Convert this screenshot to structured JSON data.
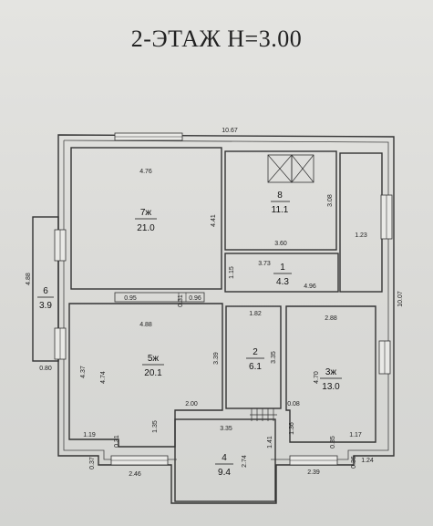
{
  "title": "2-ЭТАЖ  H=3.00",
  "rooms": [
    {
      "id": "r7",
      "number": "7ж",
      "area": "21.0"
    },
    {
      "id": "r8",
      "number": "8",
      "area": "11.1"
    },
    {
      "id": "r1",
      "number": "1",
      "area": "4.3"
    },
    {
      "id": "r6",
      "number": "6",
      "area": "3.9"
    },
    {
      "id": "r5",
      "number": "5ж",
      "area": "20.1"
    },
    {
      "id": "r2",
      "number": "2",
      "area": "6.1"
    },
    {
      "id": "r3",
      "number": "3ж",
      "area": "13.0"
    },
    {
      "id": "r4",
      "number": "4",
      "area": "9.4"
    }
  ],
  "dimensions": {
    "total_width": "10.67",
    "total_depth": "10.07",
    "r7_width": "4.76",
    "r7_depth": "4.41",
    "r8_depth": "3.08",
    "r8_width": "3.60",
    "r_right_col": "1.23",
    "r1_left": "3.73",
    "r1_depth": "1.15",
    "r1_width": "4.96",
    "balcony6_len": "4.88",
    "balcony6_w": "0.80",
    "door_a": "0.95",
    "door_b": "0.31",
    "door_c": "0.96",
    "r5_width": "4.88",
    "r5_depth_left": "4.37",
    "r5_depth_inner": "4.74",
    "r5_depth_right": "3.39",
    "r2_width": "1.82",
    "r2_depth": "3.35",
    "r3_width": "2.88",
    "r3_depth": "4.70",
    "r3_right": "10.07",
    "r5_bottom_step": "2.00",
    "left_bot_a": "1.19",
    "left_bot_b": "0.31",
    "left_bot_c": "1.35",
    "left_bot_d": "0.37",
    "left_bot_w": "2.46",
    "r4_width": "3.35",
    "r4_depth": "2.74",
    "r4_side": "1.41",
    "r3_step_a": "0.08",
    "r3_step_b": "1.36",
    "r3_step_c": "0.35",
    "r3_step_d": "1.17",
    "right_bot_w": "2.39",
    "right_bot_a": "0.36",
    "right_bot_b": "1.24"
  }
}
